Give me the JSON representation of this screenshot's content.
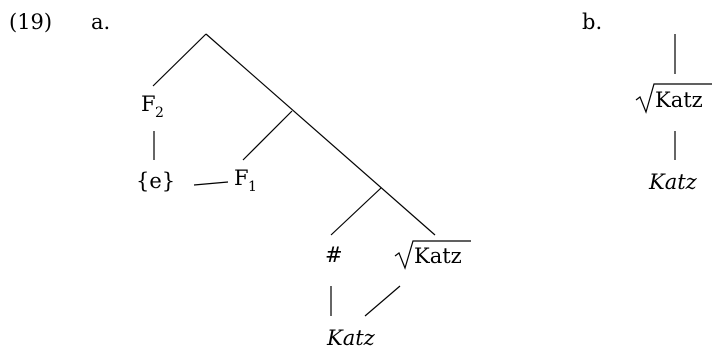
{
  "example": {
    "number": "(19)",
    "part_a": "a.",
    "part_b": "b."
  },
  "tree_a": {
    "f2": {
      "base": "F",
      "sub": "2"
    },
    "e_set": "{e}",
    "f1": {
      "base": "F",
      "sub": "1"
    },
    "hash": "#",
    "root_label": "Katz",
    "word": "Katz"
  },
  "tree_b": {
    "root_label": "Katz",
    "word": "Katz"
  }
}
